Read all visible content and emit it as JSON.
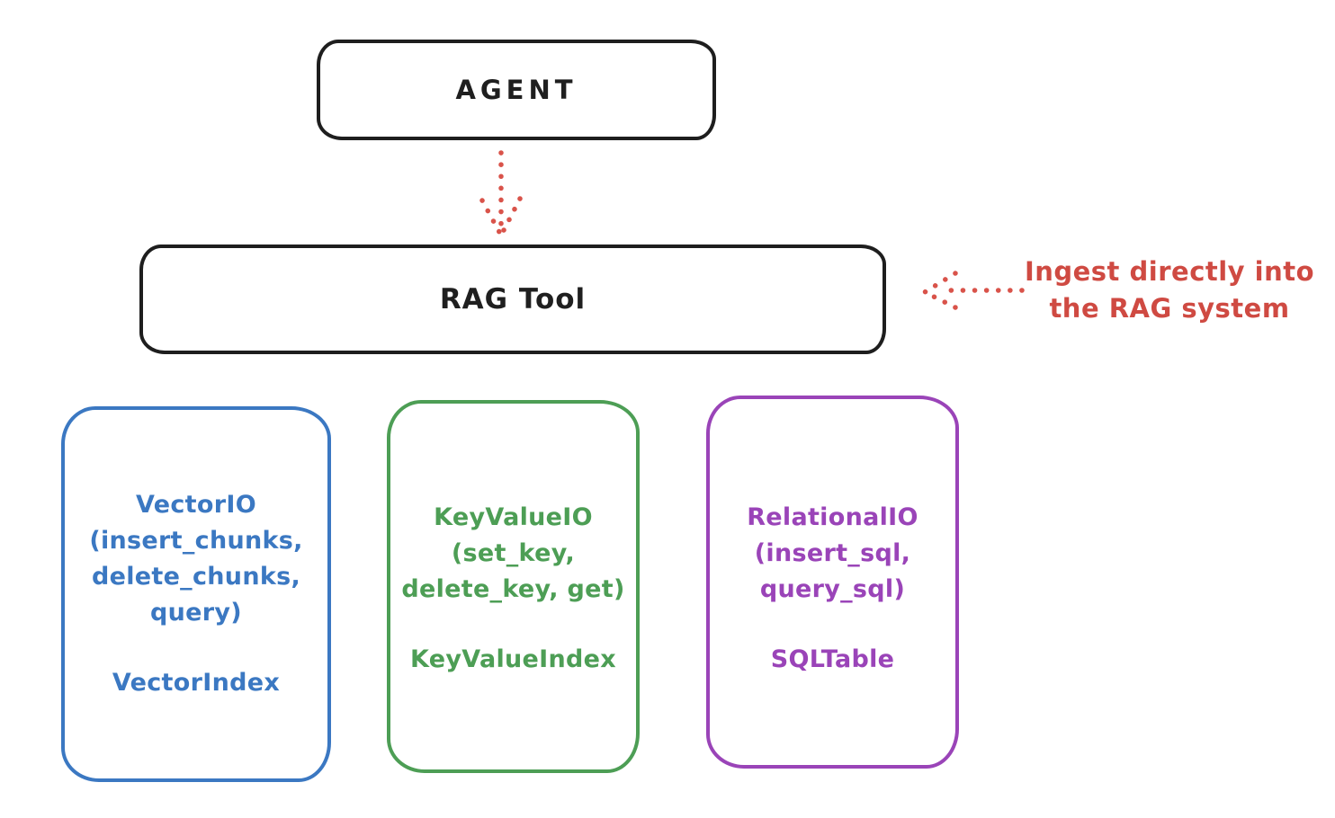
{
  "agent_box": {
    "label": "AGENT"
  },
  "rag_tool_box": {
    "label": "RAG Tool"
  },
  "ingest_annotation": {
    "line1": "Ingest directly into",
    "line2": "the RAG system"
  },
  "backends": [
    {
      "lines": [
        "VectorIO",
        "(insert_chunks,",
        "delete_chunks,",
        "query)"
      ],
      "index_label": "VectorIndex",
      "accent_color": "#3b78c2"
    },
    {
      "lines": [
        "KeyValueIO",
        "(set_key,",
        "delete_key, get)"
      ],
      "index_label": "KeyValueIndex",
      "accent_color": "#4d9e55"
    },
    {
      "lines": [
        "RelationalIO",
        "(insert_sql,",
        "query_sql)"
      ],
      "index_label": "SQLTable",
      "accent_color": "#9a44b8"
    }
  ],
  "colors": {
    "box_stroke": "#1e1e1e",
    "annotation_red": "#d9534a",
    "vector_blue": "#3b78c2",
    "keyvalue_green": "#4d9e55",
    "relational_purple": "#9a44b8",
    "background": "#ffffff"
  }
}
